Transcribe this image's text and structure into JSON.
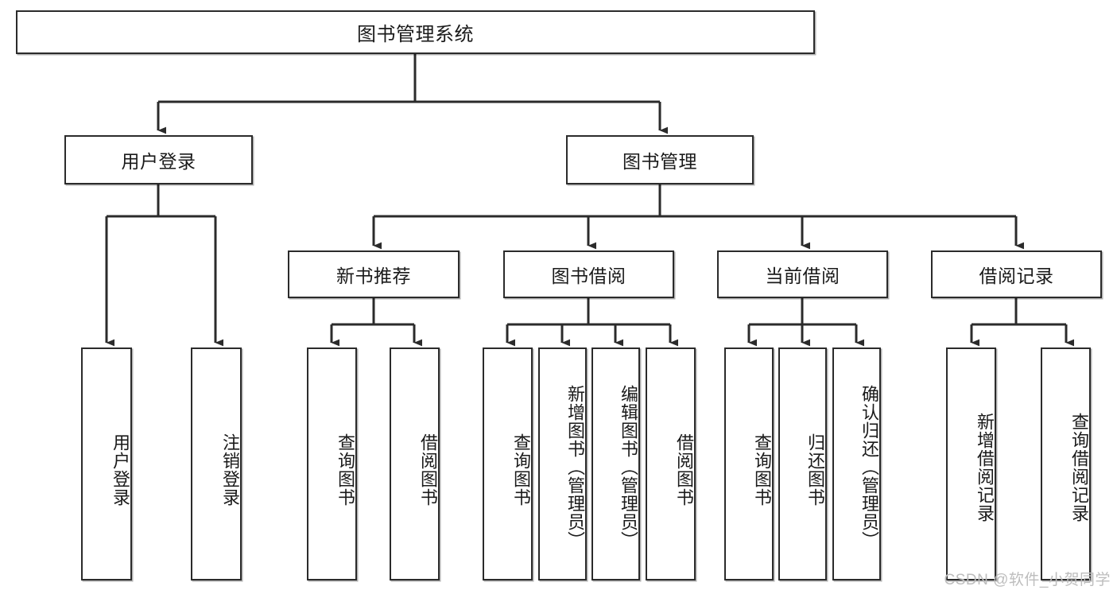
{
  "diagram": {
    "title": "图书管理系统",
    "watermark": "CSDN @软件_小贺同学",
    "line_color": "#2b2b2b",
    "box_fill": "#ffffff",
    "text_color": "#1a1a1a",
    "watermark_color": "#bdbdbd"
  },
  "nodes": {
    "root": {
      "label": "图书管理系统",
      "level": 1
    },
    "user_login": {
      "label": "用户登录",
      "level": 2
    },
    "book_manage": {
      "label": "图书管理",
      "level": 2
    },
    "new_book_rec": {
      "label": "新书推荐",
      "level": 3
    },
    "book_borrow": {
      "label": "图书借阅",
      "level": 3
    },
    "current_borrow": {
      "label": "当前借阅",
      "level": 3
    },
    "borrow_record": {
      "label": "借阅记录",
      "level": 3
    },
    "leaf_user_login": {
      "label": "用户登录",
      "level": 4
    },
    "leaf_logout": {
      "label": "注销登录",
      "level": 4
    },
    "leaf_query_book_1": {
      "label": "查询图书",
      "level": 4
    },
    "leaf_borrow_book_1": {
      "label": "借阅图书",
      "level": 4
    },
    "leaf_query_book_2": {
      "label": "查询图书",
      "level": 4
    },
    "leaf_add_book": {
      "label": "新增图书（管理员）",
      "level": 4
    },
    "leaf_edit_book": {
      "label": "编辑图书（管理员）",
      "level": 4
    },
    "leaf_borrow_book_2": {
      "label": "借阅图书",
      "level": 4
    },
    "leaf_query_book_3": {
      "label": "查询图书",
      "level": 4
    },
    "leaf_return_book": {
      "label": "归还图书",
      "level": 4
    },
    "leaf_confirm_return": {
      "label": "确认归还（管理员）",
      "level": 4
    },
    "leaf_add_record": {
      "label": "新增借阅记录",
      "level": 4
    },
    "leaf_query_record": {
      "label": "查询借阅记录",
      "level": 4
    }
  }
}
